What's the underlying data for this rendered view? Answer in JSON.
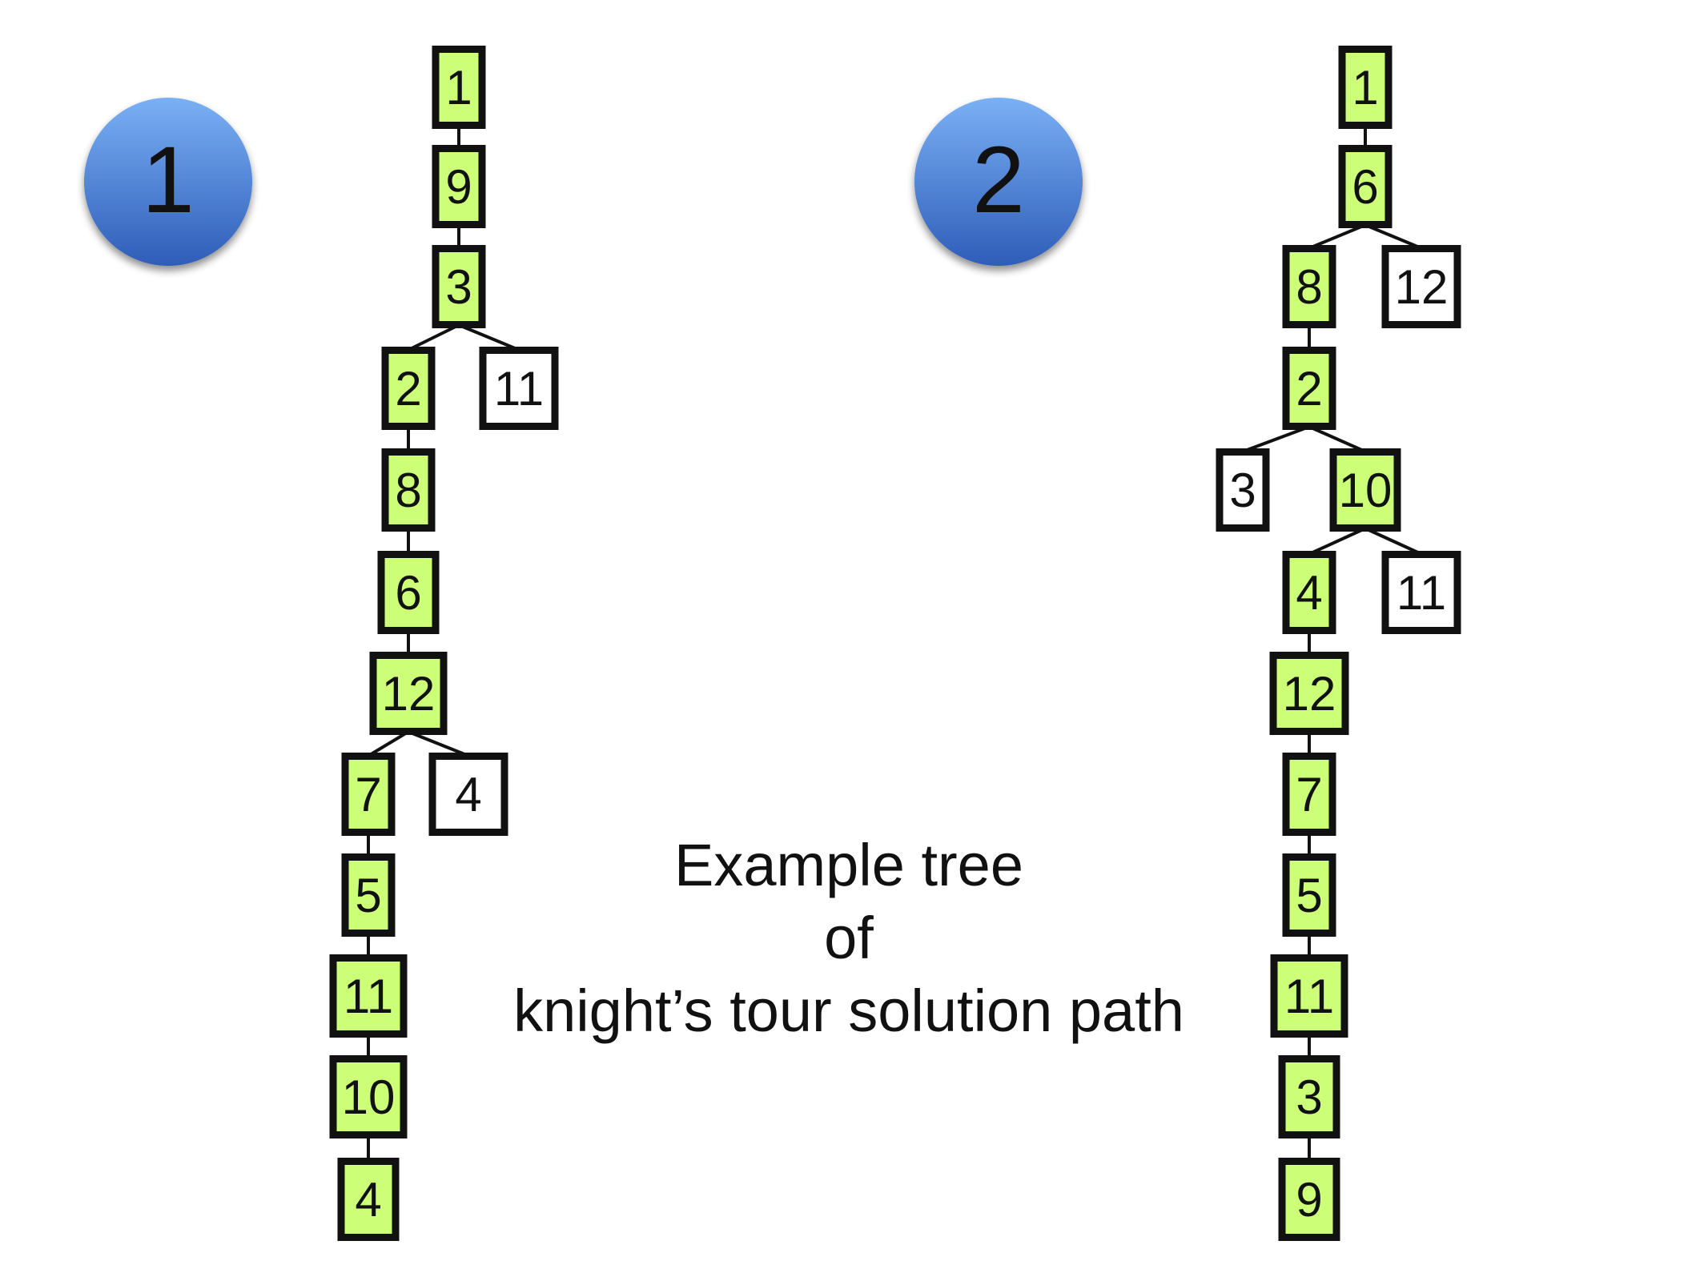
{
  "badges": [
    {
      "label": "1"
    },
    {
      "label": "2"
    }
  ],
  "caption": {
    "line1": "Example tree",
    "line2": "of",
    "line3": "knight’s tour solution path"
  },
  "colors": {
    "path_node_fill": "#ccff77",
    "branch_node_fill": "#ffffff",
    "node_border": "#111111",
    "badge_top": "#7ab0f5",
    "badge_bottom": "#2e5db8",
    "edge": "#111111"
  },
  "trees": [
    {
      "badge": "1",
      "path": [
        "1",
        "9",
        "3",
        "2",
        "8",
        "6",
        "12",
        "7",
        "5",
        "11",
        "10",
        "4"
      ],
      "branches": [
        {
          "from": "3",
          "node": "11"
        },
        {
          "from": "12",
          "node": "4"
        }
      ]
    },
    {
      "badge": "2",
      "path": [
        "1",
        "6",
        "8",
        "2",
        "10",
        "4",
        "12",
        "7",
        "5",
        "11",
        "3",
        "9"
      ],
      "branches": [
        {
          "from": "6",
          "node": "12"
        },
        {
          "from": "2",
          "node": "3"
        },
        {
          "from": "10",
          "node": "11"
        }
      ]
    }
  ]
}
